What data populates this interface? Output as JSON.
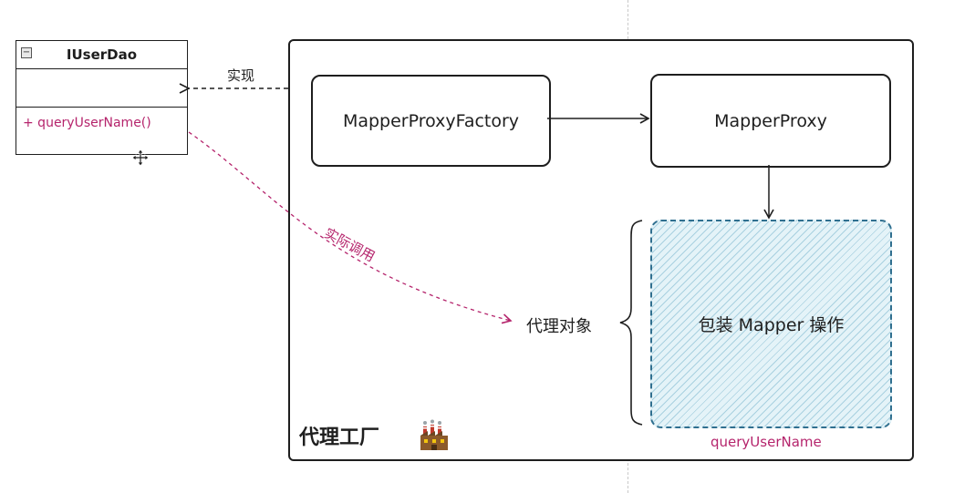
{
  "interface": {
    "name": "IUserDao",
    "method": "+ queryUserName()",
    "collapse_symbol": "−"
  },
  "labels": {
    "implements": "实现",
    "actual_call": "实际调用",
    "proxy_object": "代理对象",
    "factory_title": "代理工厂",
    "method_name": "queryUserName"
  },
  "nodes": {
    "factory": "MapperProxyFactory",
    "proxy": "MapperProxy",
    "wrapper": "包装 Mapper 操作"
  },
  "icons": {
    "factory": "factory-icon",
    "cursor": "move-cursor-icon"
  },
  "colors": {
    "stroke": "#1e1e1e",
    "accent_pink": "#b5246c",
    "wrapper_border": "#2f6f8f",
    "wrapper_fill": "#e4f3f8"
  }
}
